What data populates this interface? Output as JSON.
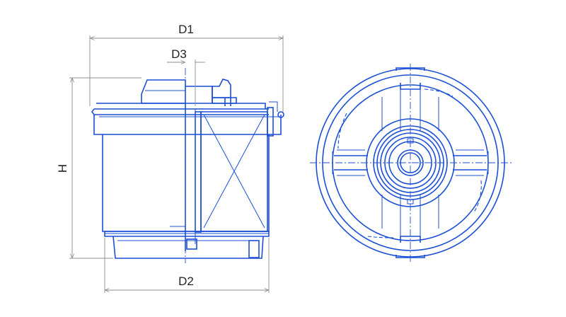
{
  "dimensions": {
    "d1": "D1",
    "d2": "D2",
    "d3": "D3",
    "h": "H"
  },
  "colors": {
    "line": "#1a4fd6",
    "dimension": "#8c8c8c",
    "text": "#222222"
  }
}
